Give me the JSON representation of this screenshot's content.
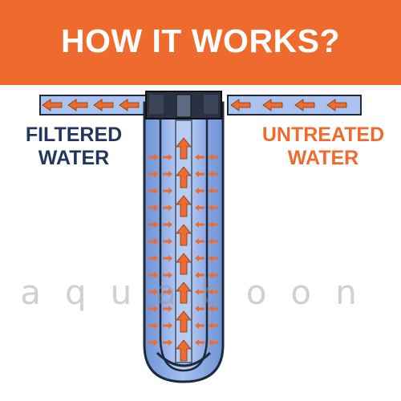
{
  "header": {
    "title": "HOW IT WORKS?"
  },
  "labels": {
    "outlet": [
      "FILTERED",
      "WATER"
    ],
    "inlet": [
      "UNTREATED",
      "WATER"
    ]
  },
  "watermark": {
    "text": "aquaboon"
  },
  "colors": {
    "accent": "#EE6B2D",
    "navy": "#22375E",
    "pipe_fill": "#A9C3EE",
    "housing_fill": "#7FA3E3",
    "cartridge_fill": "#98B6EC",
    "outline": "#1E2A3C"
  },
  "arrows": {
    "inlet_pipe_count": 4,
    "outlet_pipe_count": 4,
    "inflow_side_count": 12,
    "upflow_center_count": 8
  }
}
